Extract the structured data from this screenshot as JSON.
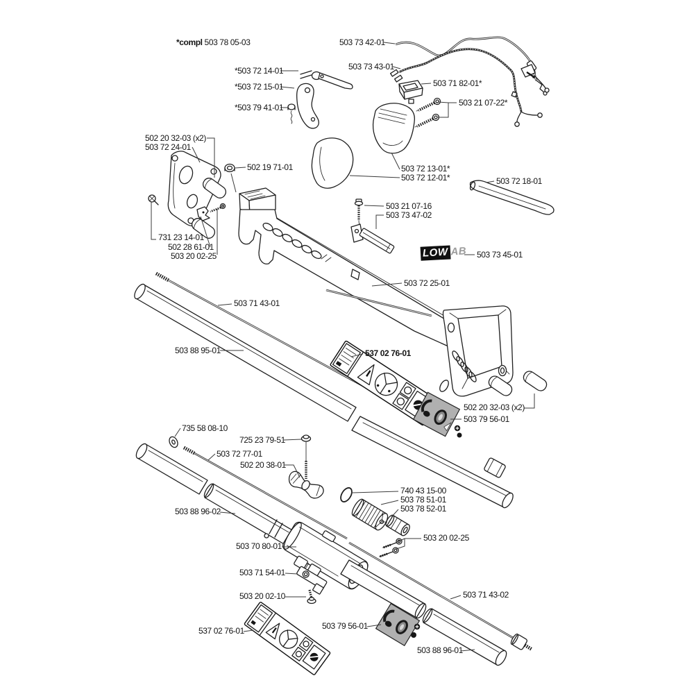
{
  "diagram": {
    "compl": {
      "prefix": "*compl",
      "number": "503 78 05-03"
    },
    "logo": {
      "black": "LOW",
      "gray": "AB",
      "label": "503 73 45-01"
    },
    "labels": [
      {
        "text": "503 73 42-01"
      },
      {
        "text": "503 73 43-01"
      },
      {
        "text": "*503 72 14-01"
      },
      {
        "text": "*503 72 15-01"
      },
      {
        "text": "503 71 82-01*"
      },
      {
        "text": "*503 79 41-01"
      },
      {
        "text": "503 21 07-22*"
      },
      {
        "text": "502 20 32-03 (x2)"
      },
      {
        "text": "503 72 24-01"
      },
      {
        "text": "502 19 71-01"
      },
      {
        "text": "503 72 13-01*"
      },
      {
        "text": "503 72 12-01*"
      },
      {
        "text": "503 72 18-01"
      },
      {
        "text": "503 21 07-16"
      },
      {
        "text": "503 73 47-02"
      },
      {
        "text": "731 23 14-01"
      },
      {
        "text": "502 28 61-01"
      },
      {
        "text": "503 20 02-25"
      },
      {
        "text": "503 73 45-01"
      },
      {
        "text": "503 72 25-01"
      },
      {
        "text": "503 71 43-01"
      },
      {
        "text": "503 88 95-01"
      },
      {
        "text": "537 02 76-01"
      },
      {
        "text": "502 20 32-03 (x2)"
      },
      {
        "text": "503 79 56-01"
      },
      {
        "text": "735 58 08-10"
      },
      {
        "text": "725 23 79-51"
      },
      {
        "text": "503 72 77-01"
      },
      {
        "text": "502 20 38-01"
      },
      {
        "text": "740 43 15-00"
      },
      {
        "text": "503 78 51-01"
      },
      {
        "text": "503 78 52-01"
      },
      {
        "text": "503 88 96-02"
      },
      {
        "text": "503 20 02-25"
      },
      {
        "text": "503 70 80-01"
      },
      {
        "text": "503 71 54-01"
      },
      {
        "text": "503 20 02-10"
      },
      {
        "text": "503 71 43-02"
      },
      {
        "text": "537 02 76-01"
      },
      {
        "text": "503 79 56-01"
      },
      {
        "text": "503 88 96-01"
      }
    ]
  }
}
